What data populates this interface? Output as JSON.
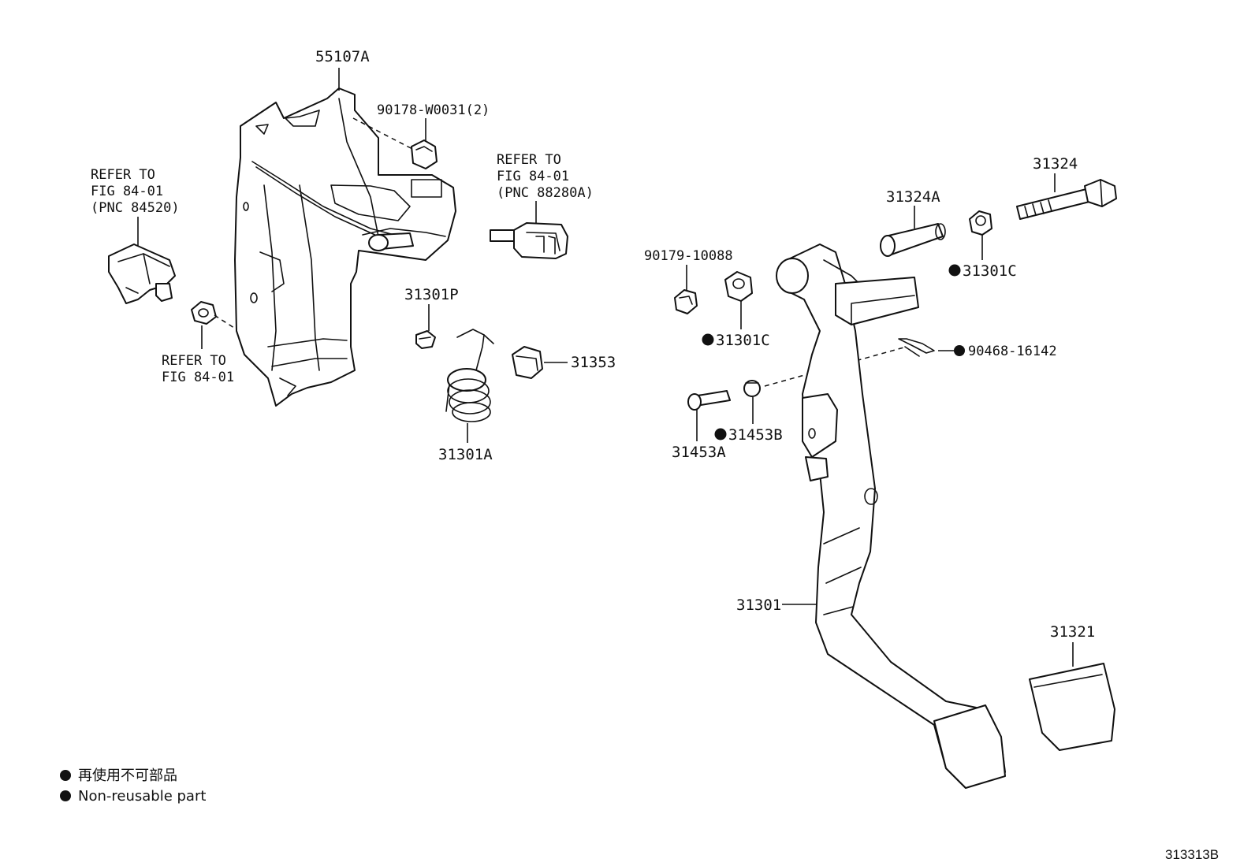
{
  "diagram": {
    "figure_code": "313313B",
    "legend": {
      "line_jp": "再使用不可部品",
      "line_en": "Non-reusable part"
    },
    "labels": {
      "p55107A": "55107A",
      "p90178": "90178-W0031(2)",
      "refer_stop_switch": [
        "REFER TO",
        "FIG 84-01",
        "(PNC 88280A)"
      ],
      "refer_sensor": [
        "REFER TO",
        "FIG 84-01",
        "(PNC 84520)"
      ],
      "refer_nut": [
        "REFER TO",
        "FIG 84-01"
      ],
      "p31301P": "31301P",
      "p31353": "31353",
      "p31301A": "31301A",
      "p31324": "31324",
      "p31324A": "31324A",
      "p31301C_right": "31301C",
      "p90179": "90179-10088",
      "p31301C_left": "31301C",
      "p90468": "90468-16142",
      "p31453B": "31453B",
      "p31453A": "31453A",
      "p31301": "31301",
      "p31321": "31321"
    }
  }
}
